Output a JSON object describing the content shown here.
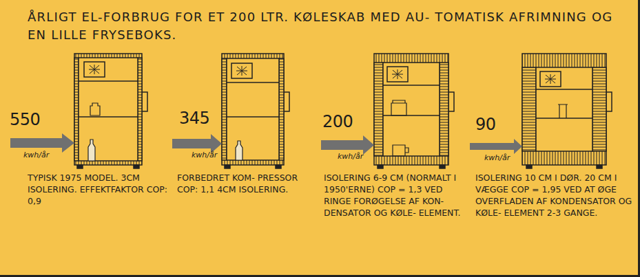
{
  "diagram": {
    "title": "ÅRLIGT EL-FORBRUG FOR ET 200 LTR. KØLESKAB MED AU- TOMATISK AFRIMNING OG EN LILLE FRYSEBOKS.",
    "labels": [
      "550",
      "kwh/år",
      "TYPISK 1975 MODEL. 3CM ISOLERING. EFFEKTFAKTOR COP: 0,9",
      "345",
      "kwh/år",
      "FORBEDRET KOM- PRESSOR COP: 1,1 4CM ISOLERING.",
      "200",
      "kwh/år",
      "ISOLERING 6-9 CM (NORMALT I 1950'ERNE) COP = 1,3 VED RINGE FORØGELSE AF KON- DENSATOR OG KØLE- ELEMENT.",
      "90",
      "kwh/år",
      "ISOLERING 10 CM I DØR. 20 CM I VÆGGE COP = 1,95 VED AT ØGE OVERFLADEN AF KONDENSATOR OG KØLE- ELEMENT 2-3 GANGE."
    ]
  }
}
